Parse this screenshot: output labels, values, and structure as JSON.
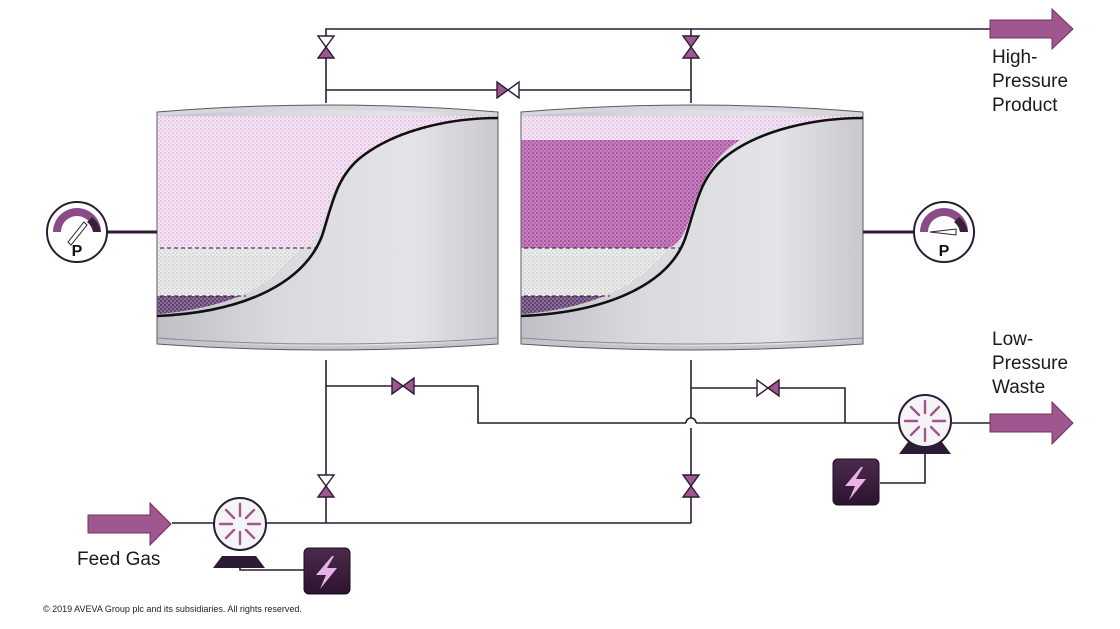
{
  "labels": {
    "high_pressure_product": [
      "High-",
      "Pressure",
      "Product"
    ],
    "low_pressure_waste": [
      "Low-",
      "Pressure",
      "Waste"
    ],
    "feed_gas": "Feed Gas",
    "copyright": "© 2019 AVEVA Group plc and its subsidiaries. All rights reserved."
  },
  "gauges": {
    "left_symbol": "P",
    "right_symbol": "P"
  },
  "colors": {
    "line": "#2b1c33",
    "valve": "#a0578f",
    "arrow": "#a0578f",
    "vessel_body": "#d8d8de",
    "adsorbed_pink": "#d39fd0",
    "electric_box": "#3a1e3a",
    "gauge_purple": "#7a3f7a"
  },
  "icons": [
    "valve-icon",
    "pressure-gauge-icon",
    "compressor-icon",
    "electric-bolt-icon",
    "flow-arrow-icon"
  ]
}
